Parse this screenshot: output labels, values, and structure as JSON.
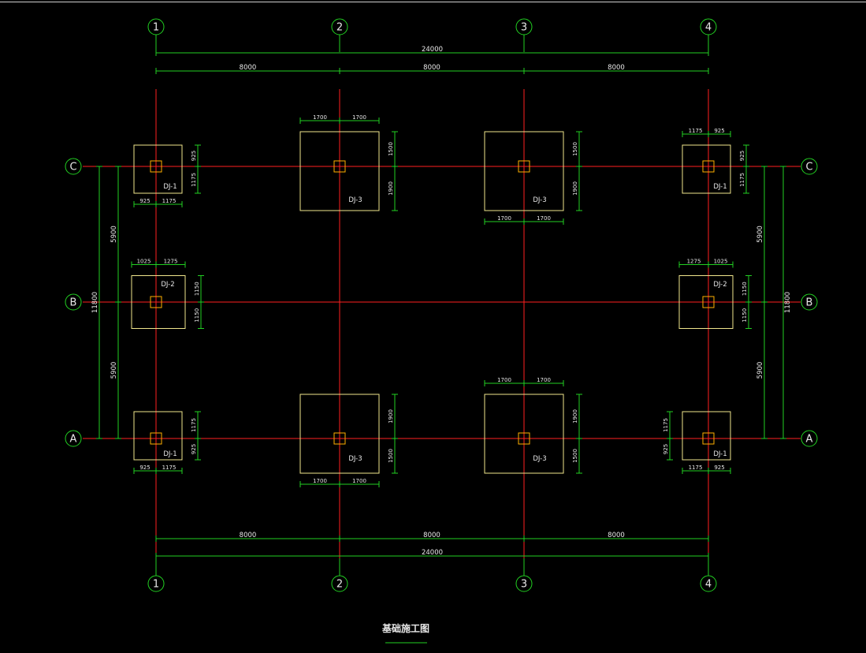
{
  "colors": {
    "background": "#000000",
    "axis": "#ff2020",
    "dimension": "#22d022",
    "footing": "#f0e68c",
    "column": "#ffb000",
    "text": "#e8e8e8",
    "bubble": "#22d022"
  },
  "title": "基础施工图",
  "axes": {
    "columns": [
      "1",
      "2",
      "3",
      "4"
    ],
    "rows": [
      "C",
      "B",
      "A"
    ]
  },
  "dimensions": {
    "top_total": "24000",
    "top_spans": [
      "8000",
      "8000",
      "8000"
    ],
    "bottom_spans": [
      "8000",
      "8000",
      "8000"
    ],
    "bottom_total": "24000",
    "left_spans": [
      "5900",
      "5900"
    ],
    "left_total": "11800",
    "right_spans": [
      "5900",
      "5900"
    ],
    "right_total": "11800"
  },
  "footings": [
    {
      "label": "DJ-1",
      "axis_col": "1",
      "axis_row": "C",
      "d1": "925",
      "d2": "1175",
      "e1": "925",
      "e2": "1175"
    },
    {
      "label": "DJ-3",
      "axis_col": "2",
      "axis_row": "C",
      "d1": "1700",
      "d2": "1700",
      "e1": "1500",
      "e2": "1900"
    },
    {
      "label": "DJ-3",
      "axis_col": "3",
      "axis_row": "C",
      "d1": "1700",
      "d2": "1700",
      "e1": "1500",
      "e2": "1900"
    },
    {
      "label": "DJ-1",
      "axis_col": "4",
      "axis_row": "C",
      "d1": "1175",
      "d2": "925",
      "e1": "925",
      "e2": "1175"
    },
    {
      "label": "DJ-2",
      "axis_col": "1",
      "axis_row": "B",
      "d1": "1025",
      "d2": "1275",
      "e1": "1150",
      "e2": "1150"
    },
    {
      "label": "DJ-2",
      "axis_col": "4",
      "axis_row": "B",
      "d1": "1275",
      "d2": "1025",
      "e1": "1150",
      "e2": "1150"
    },
    {
      "label": "DJ-1",
      "axis_col": "1",
      "axis_row": "A",
      "d1": "925",
      "d2": "1175",
      "e1": "1175",
      "e2": "925"
    },
    {
      "label": "DJ-3",
      "axis_col": "2",
      "axis_row": "A",
      "d1": "1700",
      "d2": "1700",
      "e1": "1900",
      "e2": "1500"
    },
    {
      "label": "DJ-3",
      "axis_col": "3",
      "axis_row": "A",
      "d1": "1700",
      "d2": "1700",
      "e1": "1900",
      "e2": "1500"
    },
    {
      "label": "DJ-1",
      "axis_col": "4",
      "axis_row": "A",
      "d1": "1175",
      "d2": "925",
      "e1": "1175",
      "e2": "925"
    }
  ]
}
